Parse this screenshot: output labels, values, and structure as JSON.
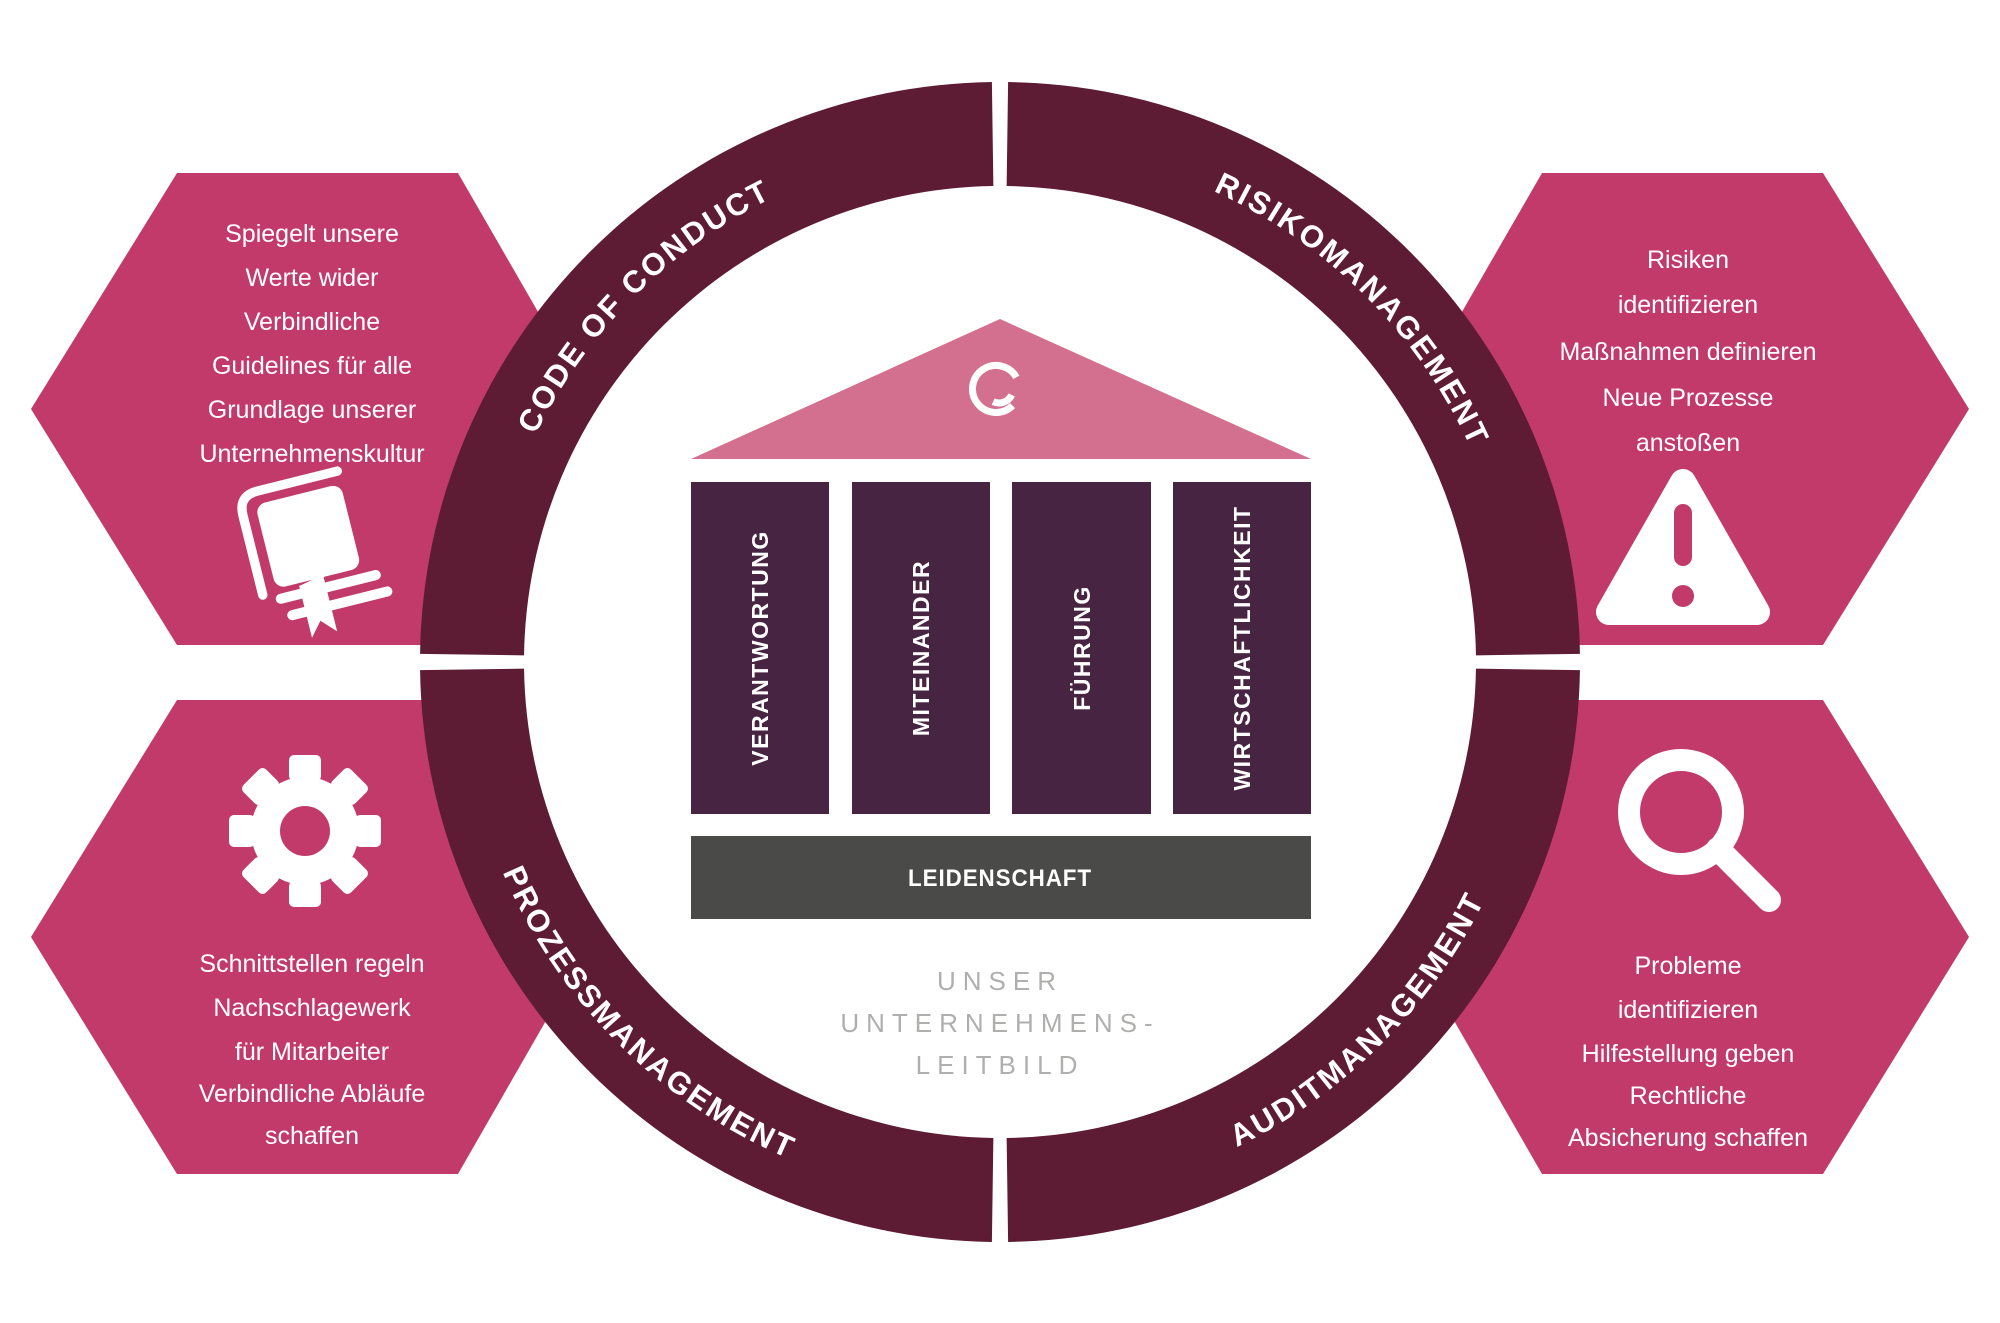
{
  "colors": {
    "ring": "#5E1C34",
    "hexagon": "#C23A69",
    "roof": "#D4708F",
    "pillar": "#472441",
    "base_bar": "#4A4A48",
    "caption_text": "#AFAFAE",
    "text_on_color": "#FFFFFF"
  },
  "ring": {
    "labels": [
      "CODE OF CONDUCT",
      "RISIKOMANAGEMENT",
      "PROZESSMANAGEMENT",
      "AUDITMANAGEMENT"
    ]
  },
  "temple": {
    "logo_icon": "c-logo",
    "pillars": [
      "VERANTWORTUNG",
      "MITEINANDER",
      "FÜHRUNG",
      "WIRTSCHAFTLICHKEIT"
    ],
    "base": "LEIDENSCHAFT",
    "caption_lines": [
      "UNSER",
      "UNTERNEHMENS-",
      "LEITBILD"
    ]
  },
  "hexagons": {
    "top_left": {
      "icon": "book",
      "lines": [
        "Spiegelt unsere",
        "Werte wider",
        "Verbindliche",
        "Guidelines für alle",
        "Grundlage unserer",
        "Unternehmenskultur"
      ]
    },
    "top_right": {
      "icon": "warning-triangle",
      "lines": [
        "Risiken",
        "identifizieren",
        "Maßnahmen definieren",
        "Neue Prozesse",
        "anstoßen"
      ]
    },
    "bottom_left": {
      "icon": "gear",
      "lines": [
        "Schnittstellen regeln",
        "Nachschlagewerk",
        "für Mitarbeiter",
        "Verbindliche Abläufe",
        "schaffen"
      ]
    },
    "bottom_right": {
      "icon": "magnifier",
      "lines": [
        "Probleme",
        "identifizieren",
        "Hilfestellung geben",
        "Rechtliche",
        "Absicherung schaffen"
      ]
    }
  }
}
